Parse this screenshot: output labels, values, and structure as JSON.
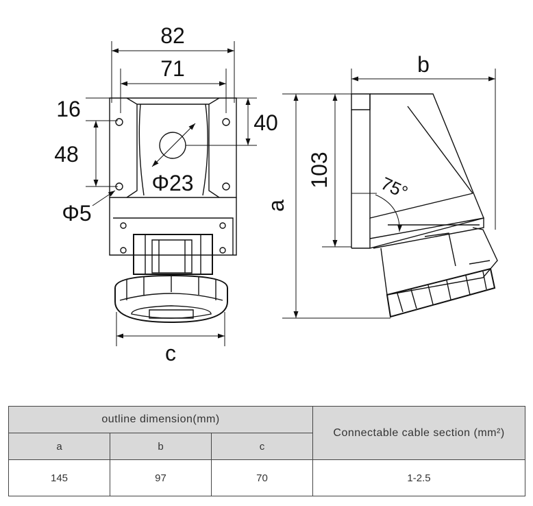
{
  "drawing": {
    "front_view": {
      "width_outer": "82",
      "width_inner": "71",
      "top_offset": "16",
      "hole_spacing": "48",
      "center_offset": "40",
      "center_hole": "Φ23",
      "mount_hole": "Φ5",
      "bottom_width": "c"
    },
    "side_view": {
      "depth": "b",
      "body_height": "103",
      "total_height": "a",
      "angle": "75°"
    }
  },
  "table": {
    "header_group": "outline dimension(mm)",
    "header_cable": "Connectable cable section (mm²)",
    "col_a": "a",
    "col_b": "b",
    "col_c": "c",
    "val_a": "145",
    "val_b": "97",
    "val_c": "70",
    "val_cable": "1-2.5"
  }
}
